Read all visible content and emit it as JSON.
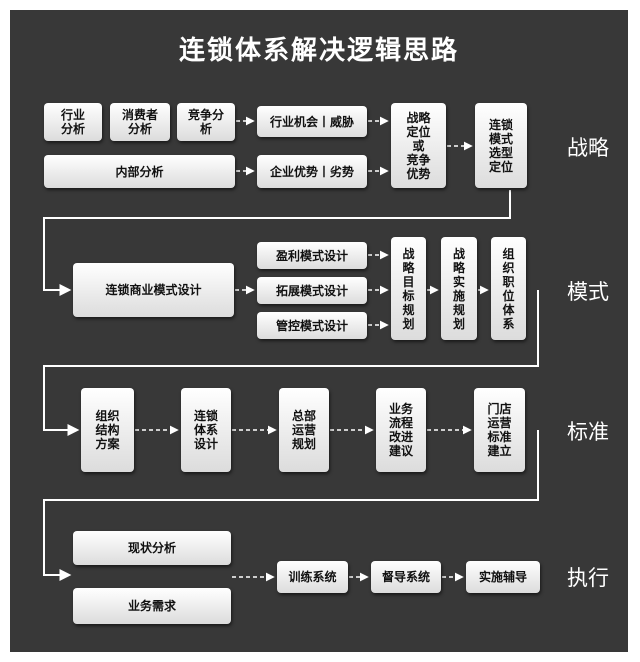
{
  "title": "连锁体系解决逻辑思路",
  "stages": {
    "strategy": "战略",
    "model": "模式",
    "standard": "标准",
    "execution": "执行"
  },
  "boxes": {
    "industry_analysis": "行业\n分析",
    "consumer_analysis": "消费者\n分析",
    "competition_analysis": "竞争分\n析",
    "internal_analysis": "内部分析",
    "opportunity_threat": "行业机会丨威胁",
    "advantage_disadvantage": "企业优势丨劣势",
    "strategic_positioning": "战略\n定位\n或\n竞争\n优势",
    "chain_mode_positioning": "连锁\n模式\n选型\n定位",
    "chain_business_model": "连锁商业模式设计",
    "profit_model": "盈利模式设计",
    "expansion_model": "拓展模式设计",
    "control_model": "管控模式设计",
    "strategic_goal_plan": "战\n略\n目\n标\n规\n划",
    "strategy_impl_plan": "战\n略\n实\n施\n规\n划",
    "org_position_system": "组\n织\n职\n位\n体\n系",
    "org_structure_plan": "组织\n结构\n方案",
    "chain_system_design": "连锁\n体系\n设计",
    "hq_operation_plan": "总部\n运营\n规划",
    "process_improvement": "业务\n流程\n改进\n建议",
    "store_ops_standard": "门店\n运营\n标准\n建立",
    "status_analysis": "现状分析",
    "business_needs": "业务需求",
    "training_system": "训练系统",
    "supervision_system": "督导系统",
    "implementation_coaching": "实施辅导"
  },
  "colors": {
    "background": "#383838",
    "title_text": "#ffffff",
    "box_fill": "#f2f2f2",
    "connector": "#ffffff"
  }
}
